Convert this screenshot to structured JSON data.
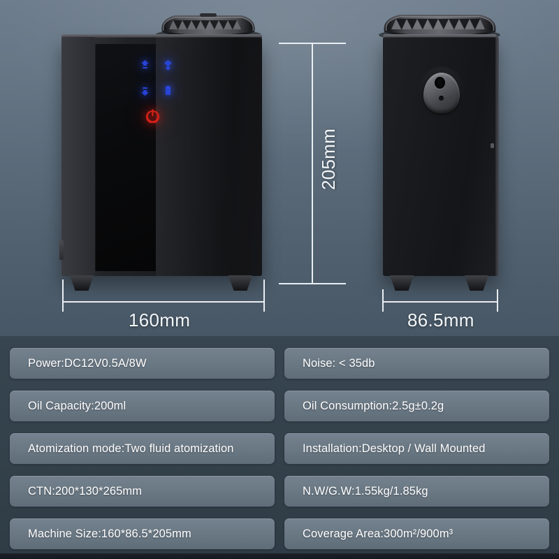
{
  "product": {
    "front_view": {
      "name": "aroma-diffuser-front-view",
      "icons": [
        "mist-up-icon",
        "fan-icon",
        "timer-icon",
        "level-bar-icon"
      ],
      "power_button": "power-icon"
    },
    "side_view": {
      "name": "aroma-diffuser-side-view",
      "knob": "oil-bottle-knob-icon"
    }
  },
  "dimensions": {
    "height": "205mm",
    "width": "160mm",
    "depth": "86.5mm"
  },
  "specs": {
    "left_column": [
      "Power:DC12V0.5A/8W",
      "Oil Capacity:200ml",
      "Atomization mode:Two fluid atomization",
      "CTN:200*130*265mm",
      "Machine Size:160*86.5*205mm"
    ],
    "right_column": [
      "Noise: < 35db",
      "Oil Consumption:2.5g±0.2g",
      "Installation:Desktop / Wall Mounted",
      "N.W/G.W:1.55kg/1.85kg",
      "Coverage Area:300m²/900m³"
    ]
  },
  "colors": {
    "background_top": "#6e7d8d",
    "background_bottom": "#475766",
    "spec_panel": "#36444e",
    "pill": "#6b7985",
    "dimension_line": "#e9eef2",
    "icon_blue": "#2a48e8",
    "power_red": "#cf2018"
  }
}
